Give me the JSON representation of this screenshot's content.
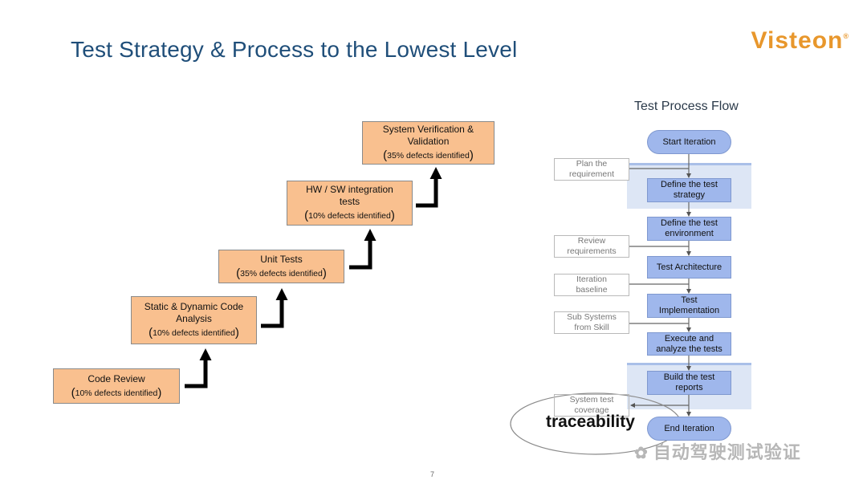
{
  "slide": {
    "title": "Test Strategy & Process to the Lowest Level",
    "logo_text": "Visteon",
    "page_number": "7",
    "watermark": "自动驾驶测试验证"
  },
  "staircase": {
    "steps": [
      {
        "label": "Code Review",
        "defects": "10% defects identified"
      },
      {
        "label": "Static & Dynamic Code Analysis",
        "defects": "10% defects identified"
      },
      {
        "label": "Unit Tests",
        "defects": "35% defects identified"
      },
      {
        "label": "HW / SW integration tests",
        "defects": "10% defects identified"
      },
      {
        "label": "System Verification & Validation",
        "defects": "35% defects identified"
      }
    ]
  },
  "process_flow": {
    "title": "Test Process Flow",
    "nodes": {
      "start": "Start Iteration",
      "strategy": "Define the test strategy",
      "environment": "Define the test environment",
      "architecture": "Test Architecture",
      "implementation": "Test Implementation",
      "execute": "Execute and analyze the tests",
      "reports": "Build the test reports",
      "end": "End Iteration"
    },
    "inputs": {
      "plan": "Plan the requirement",
      "review": "Review requirements",
      "baseline": "Iteration baseline",
      "subsystems": "Sub Systems from Skill",
      "coverage": "System test coverage"
    },
    "annotation": "traceability"
  },
  "colors": {
    "step_fill": "#f9c08f",
    "process_fill": "#9fb7ec",
    "band_fill": "#dde6f5",
    "title_color": "#1f4e79",
    "logo_color": "#e8972c"
  }
}
